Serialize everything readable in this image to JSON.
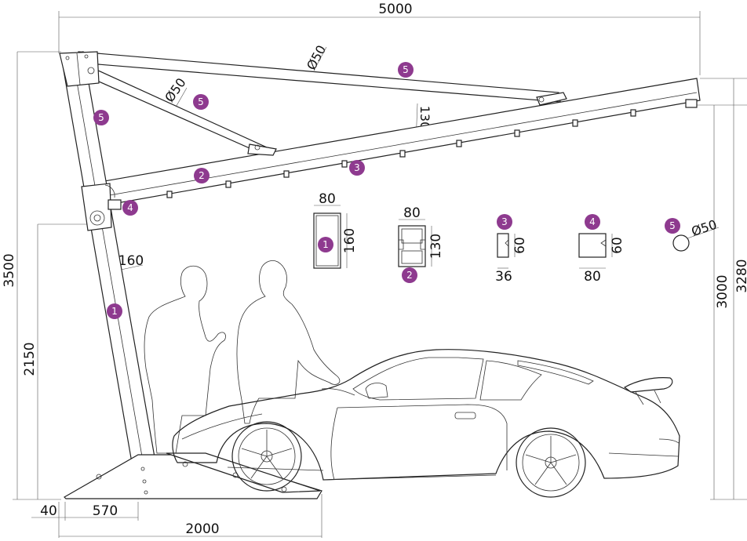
{
  "colors": {
    "badge": "#8e3a8f",
    "line": "#222222"
  },
  "dimensions": {
    "total_width": "5000",
    "height_total": "3500",
    "height_front": "2150",
    "height_rear_outer": "3280",
    "height_rear_inner": "3000",
    "base_left": "40",
    "base_col": "570",
    "base_length": "2000",
    "column_width": "160",
    "tube_dia_upper": "Ø50",
    "tube_dia_lower": "Ø50",
    "beam_height": "130"
  },
  "profiles": [
    {
      "badge": "1",
      "width": "80",
      "height": "160"
    },
    {
      "badge": "2",
      "width": "80",
      "height": "130"
    },
    {
      "badge": "3",
      "width": "36",
      "height": "60"
    },
    {
      "badge": "4",
      "width": "80",
      "height": "60"
    },
    {
      "badge": "5",
      "diameter": "Ø50"
    }
  ],
  "callouts": {
    "column": "1",
    "beam": "2",
    "purlin": "3",
    "edge": "4",
    "tie_upper": "5",
    "tie_lower": "5",
    "tie_left": "5"
  }
}
